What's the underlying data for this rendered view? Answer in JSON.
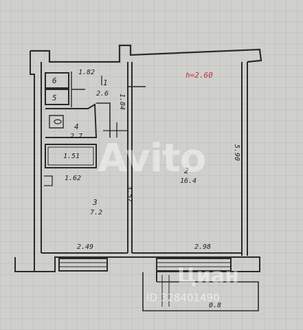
{
  "plan": {
    "ceiling_height": "h=2.60",
    "rooms": [
      {
        "number": "1",
        "area": "2.6"
      },
      {
        "number": "2",
        "area": "16.4"
      },
      {
        "number": "3",
        "area": "7.2"
      },
      {
        "number": "4",
        "area": "2.7"
      },
      {
        "number": "5"
      },
      {
        "number": "6"
      }
    ],
    "dimensions": {
      "d1": "1.82",
      "d2": "1.84",
      "d3": "1.51",
      "d4": "1.62",
      "d5": "3.57",
      "d6": "5.90",
      "d7": "2.49",
      "d8": "2.98",
      "d9": "0.8"
    }
  },
  "watermark": {
    "brand": "Avito",
    "brand2": "Циан",
    "listing_id": "ID 328401490"
  }
}
